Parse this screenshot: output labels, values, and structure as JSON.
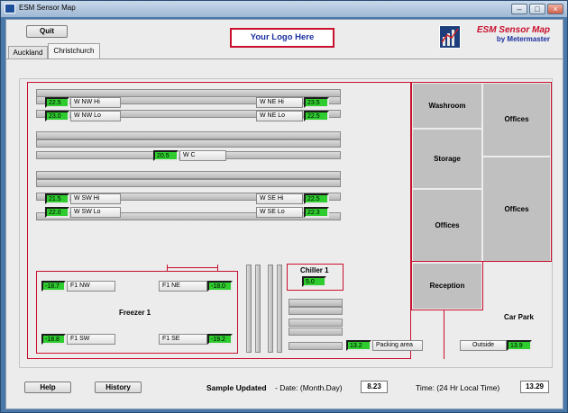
{
  "window": {
    "title": "ESM Sensor Map"
  },
  "toolbar": {
    "quit_label": "Quit"
  },
  "tabs": [
    {
      "label": "Auckland"
    },
    {
      "label": "Christchurch"
    }
  ],
  "logo": {
    "text": "Your Logo Here"
  },
  "brand": {
    "title": "ESM Sensor Map",
    "subtitle": "by Metermaster"
  },
  "sensors": {
    "w_nw_hi": {
      "value": "22.5",
      "label": "W NW Hi"
    },
    "w_nw_lo": {
      "value": "23.0",
      "label": "W NW Lo"
    },
    "w_ne_hi": {
      "value": "23.5",
      "label": "W NE Hi"
    },
    "w_ne_lo": {
      "value": "22.5",
      "label": "W NE Lo"
    },
    "w_c": {
      "value": "20.5",
      "label": "W C"
    },
    "w_sw_hi": {
      "value": "21.5",
      "label": "W SW Hi"
    },
    "w_sw_lo": {
      "value": "22.0",
      "label": "W SW Lo"
    },
    "w_se_hi": {
      "value": "22.5",
      "label": "W SE Hi"
    },
    "w_se_lo": {
      "value": "22.3",
      "label": "W SE Lo"
    },
    "f1_nw": {
      "value": "-18.7",
      "label": "F1 NW"
    },
    "f1_ne": {
      "value": "-18.0",
      "label": "F1 NE"
    },
    "f1_sw": {
      "value": "-18.8",
      "label": "F1 SW"
    },
    "f1_se": {
      "value": "-19.2",
      "label": "F1 SE"
    },
    "chiller": {
      "value": "5.0",
      "label": "Chiller 1"
    },
    "packing": {
      "value": "13.2",
      "label": "Packing area"
    },
    "outside": {
      "value": "13.9",
      "label": "Outside"
    }
  },
  "areas": {
    "freezer": "Freezer 1",
    "washroom": "Washroom",
    "storage": "Storage",
    "offices_left": "Offices",
    "offices_top": "Offices",
    "offices_right": "Offices",
    "reception": "Reception",
    "car_park": "Car Park"
  },
  "footer": {
    "help_label": "Help",
    "history_label": "History",
    "sample_updated": "Sample Updated",
    "date_label": " - Date: (Month.Day)",
    "date_value": "8.23",
    "time_label": "Time: (24 Hr Local Time)",
    "time_value": "13.29"
  },
  "colors": {
    "sensor_green": "#2ecc2e",
    "wall_red": "#c8102e",
    "brand_blue": "#1a2fa0"
  }
}
